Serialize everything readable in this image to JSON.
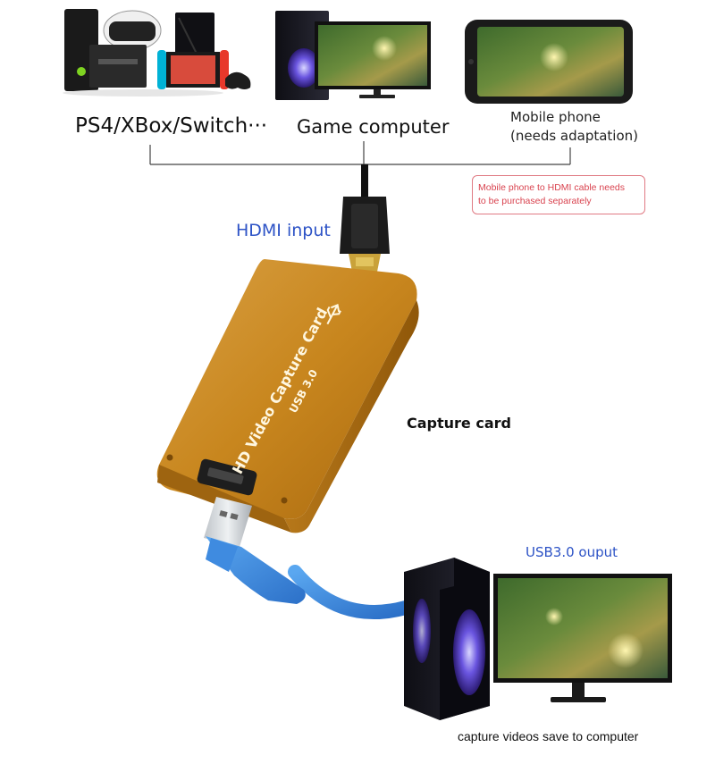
{
  "sources": {
    "consoles_label": "PS4/XBox/Switch···",
    "game_computer_label": "Game computer",
    "mobile_phone_line1": "Mobile phone",
    "mobile_phone_line2": "(needs adaptation)"
  },
  "note": {
    "line1": "Mobile phone to HDMI cable needs",
    "line2": "to be purchased separately"
  },
  "connectors": {
    "hdmi_input_label": "HDMI input",
    "usb_output_label": "USB3.0 ouput"
  },
  "device": {
    "label": "Capture card",
    "printed_title": "HD Video Capture Card",
    "printed_subtitle": "USB 3.0"
  },
  "destination": {
    "caption": "capture videos save to computer"
  },
  "colors": {
    "blue_label": "#2d53c6",
    "note_red": "#d9434f",
    "card_gold": "#c98a22",
    "usb_cable_blue": "#3d8ee0"
  }
}
